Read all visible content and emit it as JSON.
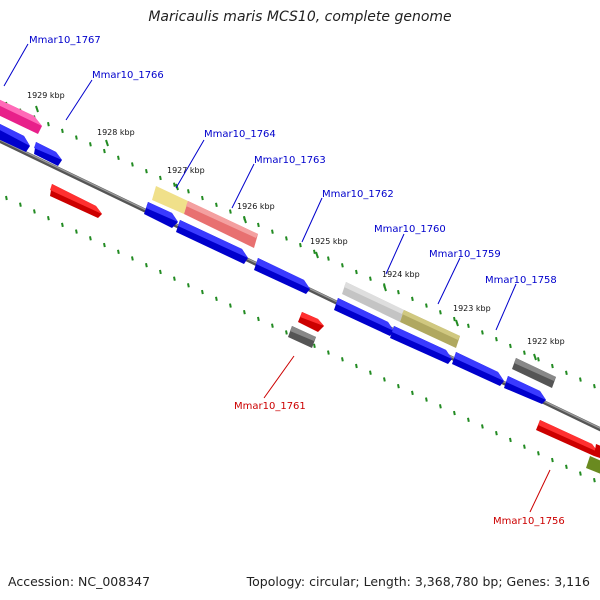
{
  "header": {
    "title": "Maricaulis maris MCS10, complete genome"
  },
  "footer": {
    "accession": "Accession: NC_008347",
    "topology": "Topology: circular; Length: 3,368,780 bp; Genes: 3,116"
  },
  "ticks": [
    {
      "label": "1929 kbp"
    },
    {
      "label": "1928 kbp"
    },
    {
      "label": "1927 kbp"
    },
    {
      "label": "1926 kbp"
    },
    {
      "label": "1925 kbp"
    },
    {
      "label": "1924 kbp"
    },
    {
      "label": "1923 kbp"
    },
    {
      "label": "1922 kbp"
    }
  ],
  "labels": [
    {
      "text": "Mmar10_1767",
      "color": "#0000cc"
    },
    {
      "text": "Mmar10_1766",
      "color": "#0000cc"
    },
    {
      "text": "Mmar10_1764",
      "color": "#0000cc"
    },
    {
      "text": "Mmar10_1763",
      "color": "#0000cc"
    },
    {
      "text": "Mmar10_1762",
      "color": "#0000cc"
    },
    {
      "text": "Mmar10_1760",
      "color": "#0000cc"
    },
    {
      "text": "Mmar10_1759",
      "color": "#0000cc"
    },
    {
      "text": "Mmar10_1758",
      "color": "#0000cc"
    },
    {
      "text": "Mmar10_1761",
      "color": "#cc0000"
    },
    {
      "text": "Mmar10_1756",
      "color": "#cc0000"
    }
  ]
}
